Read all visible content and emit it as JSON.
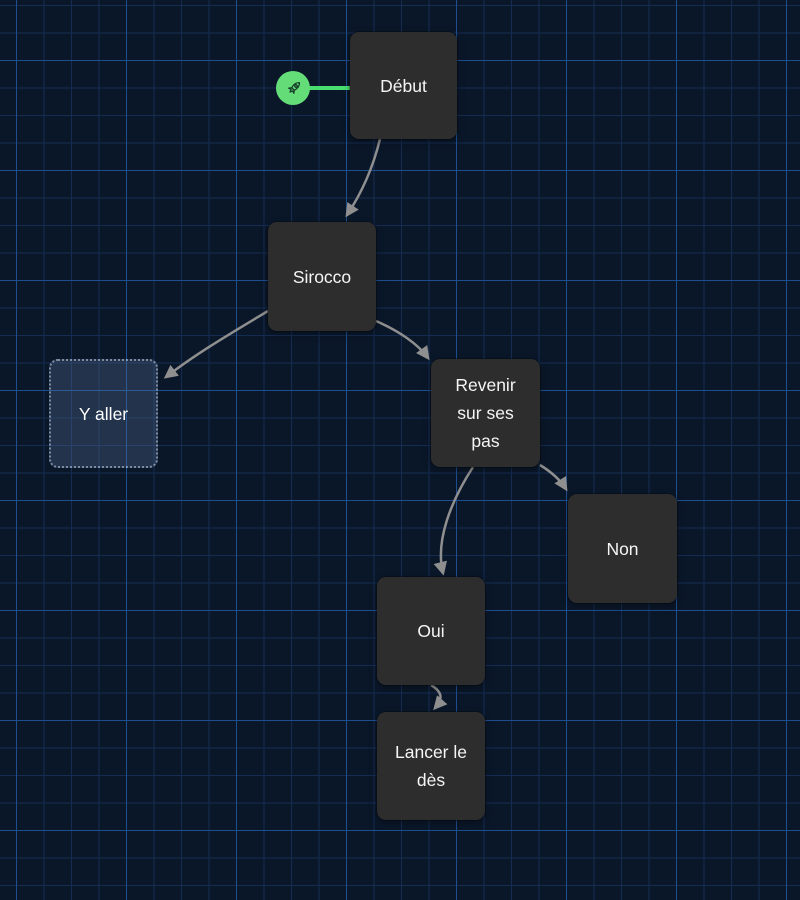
{
  "app": {
    "name": "dialogue-flow-canvas"
  },
  "colors": {
    "background": "#0a1729",
    "grid_minor": "#152c52",
    "grid_major": "#1d4e8f",
    "node_background": "#2d2d2d",
    "node_text": "#f5f5f5",
    "edge": "#8f8f8f",
    "start_accent_circle": "#64dd78",
    "start_accent_link": "#4ade70",
    "selected_fill": "rgba(96,125,165,0.28)",
    "selected_border": "rgba(175,190,210,0.65)"
  },
  "nodes": [
    {
      "id": "debut",
      "label": "Début",
      "state": "default"
    },
    {
      "id": "sirocco",
      "label": "Sirocco",
      "state": "default"
    },
    {
      "id": "y-aller",
      "label": "Y aller",
      "state": "selected"
    },
    {
      "id": "revenir",
      "label": "Revenir sur ses pas",
      "state": "default"
    },
    {
      "id": "non",
      "label": "Non",
      "state": "default"
    },
    {
      "id": "oui",
      "label": "Oui",
      "state": "default"
    },
    {
      "id": "lancer",
      "label": "Lancer le dès",
      "state": "default"
    }
  ],
  "edges": [
    {
      "from": "start-marker",
      "to": "debut",
      "style": "start-link"
    },
    {
      "from": "debut",
      "to": "sirocco",
      "style": "arrow"
    },
    {
      "from": "sirocco",
      "to": "y-aller",
      "style": "arrow"
    },
    {
      "from": "sirocco",
      "to": "revenir",
      "style": "arrow"
    },
    {
      "from": "revenir",
      "to": "oui",
      "style": "arrow"
    },
    {
      "from": "revenir",
      "to": "non",
      "style": "arrow"
    },
    {
      "from": "oui",
      "to": "lancer",
      "style": "arrow"
    }
  ],
  "start_marker": {
    "icon": "rocket-icon"
  }
}
